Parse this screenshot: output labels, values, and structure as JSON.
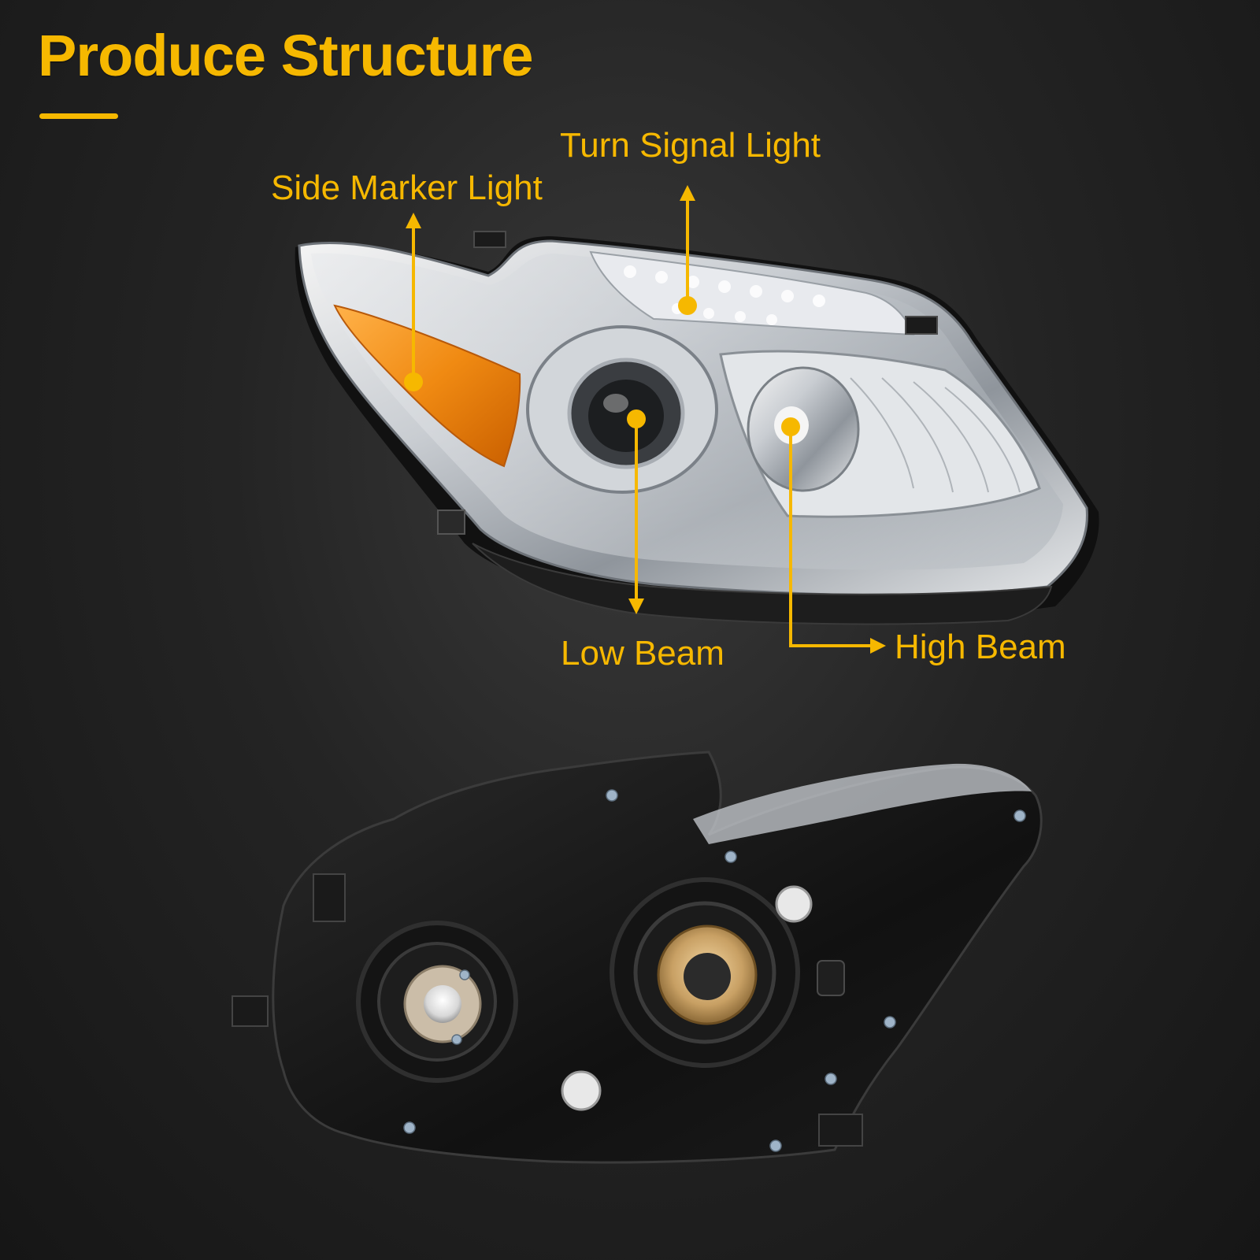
{
  "header": {
    "title": "Produce Structure"
  },
  "callouts": {
    "turn_signal": "Turn Signal Light",
    "side_marker": "Side Marker Light",
    "low_beam": "Low Beam",
    "high_beam": "High Beam"
  },
  "colors": {
    "accent": "#f6b800",
    "background": "#242424",
    "amber_lens": "#f08a12"
  }
}
